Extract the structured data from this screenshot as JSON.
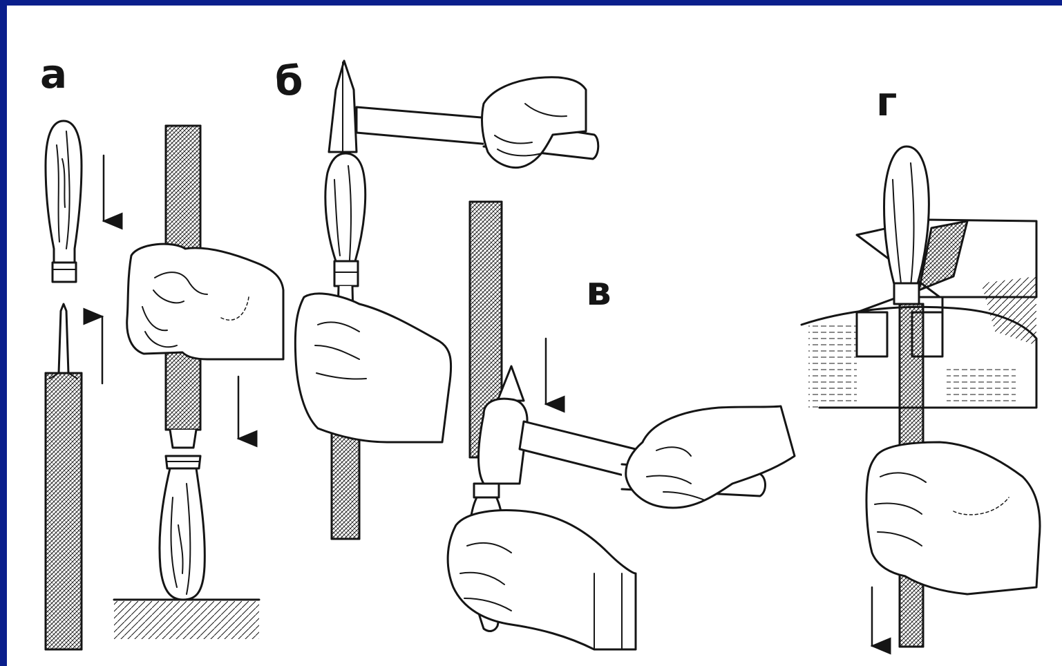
{
  "colors": {
    "frame": "#0a1f8c",
    "paper": "#ffffff",
    "ink": "#151515"
  },
  "panels": [
    {
      "id": "a",
      "label": "а"
    },
    {
      "id": "b",
      "label": "б"
    },
    {
      "id": "v",
      "label": "в"
    },
    {
      "id": "g",
      "label": "г"
    }
  ],
  "icons": [
    "file",
    "file-handle",
    "hammer",
    "hand",
    "down-arrow",
    "up-arrow",
    "vise",
    "workbench"
  ]
}
